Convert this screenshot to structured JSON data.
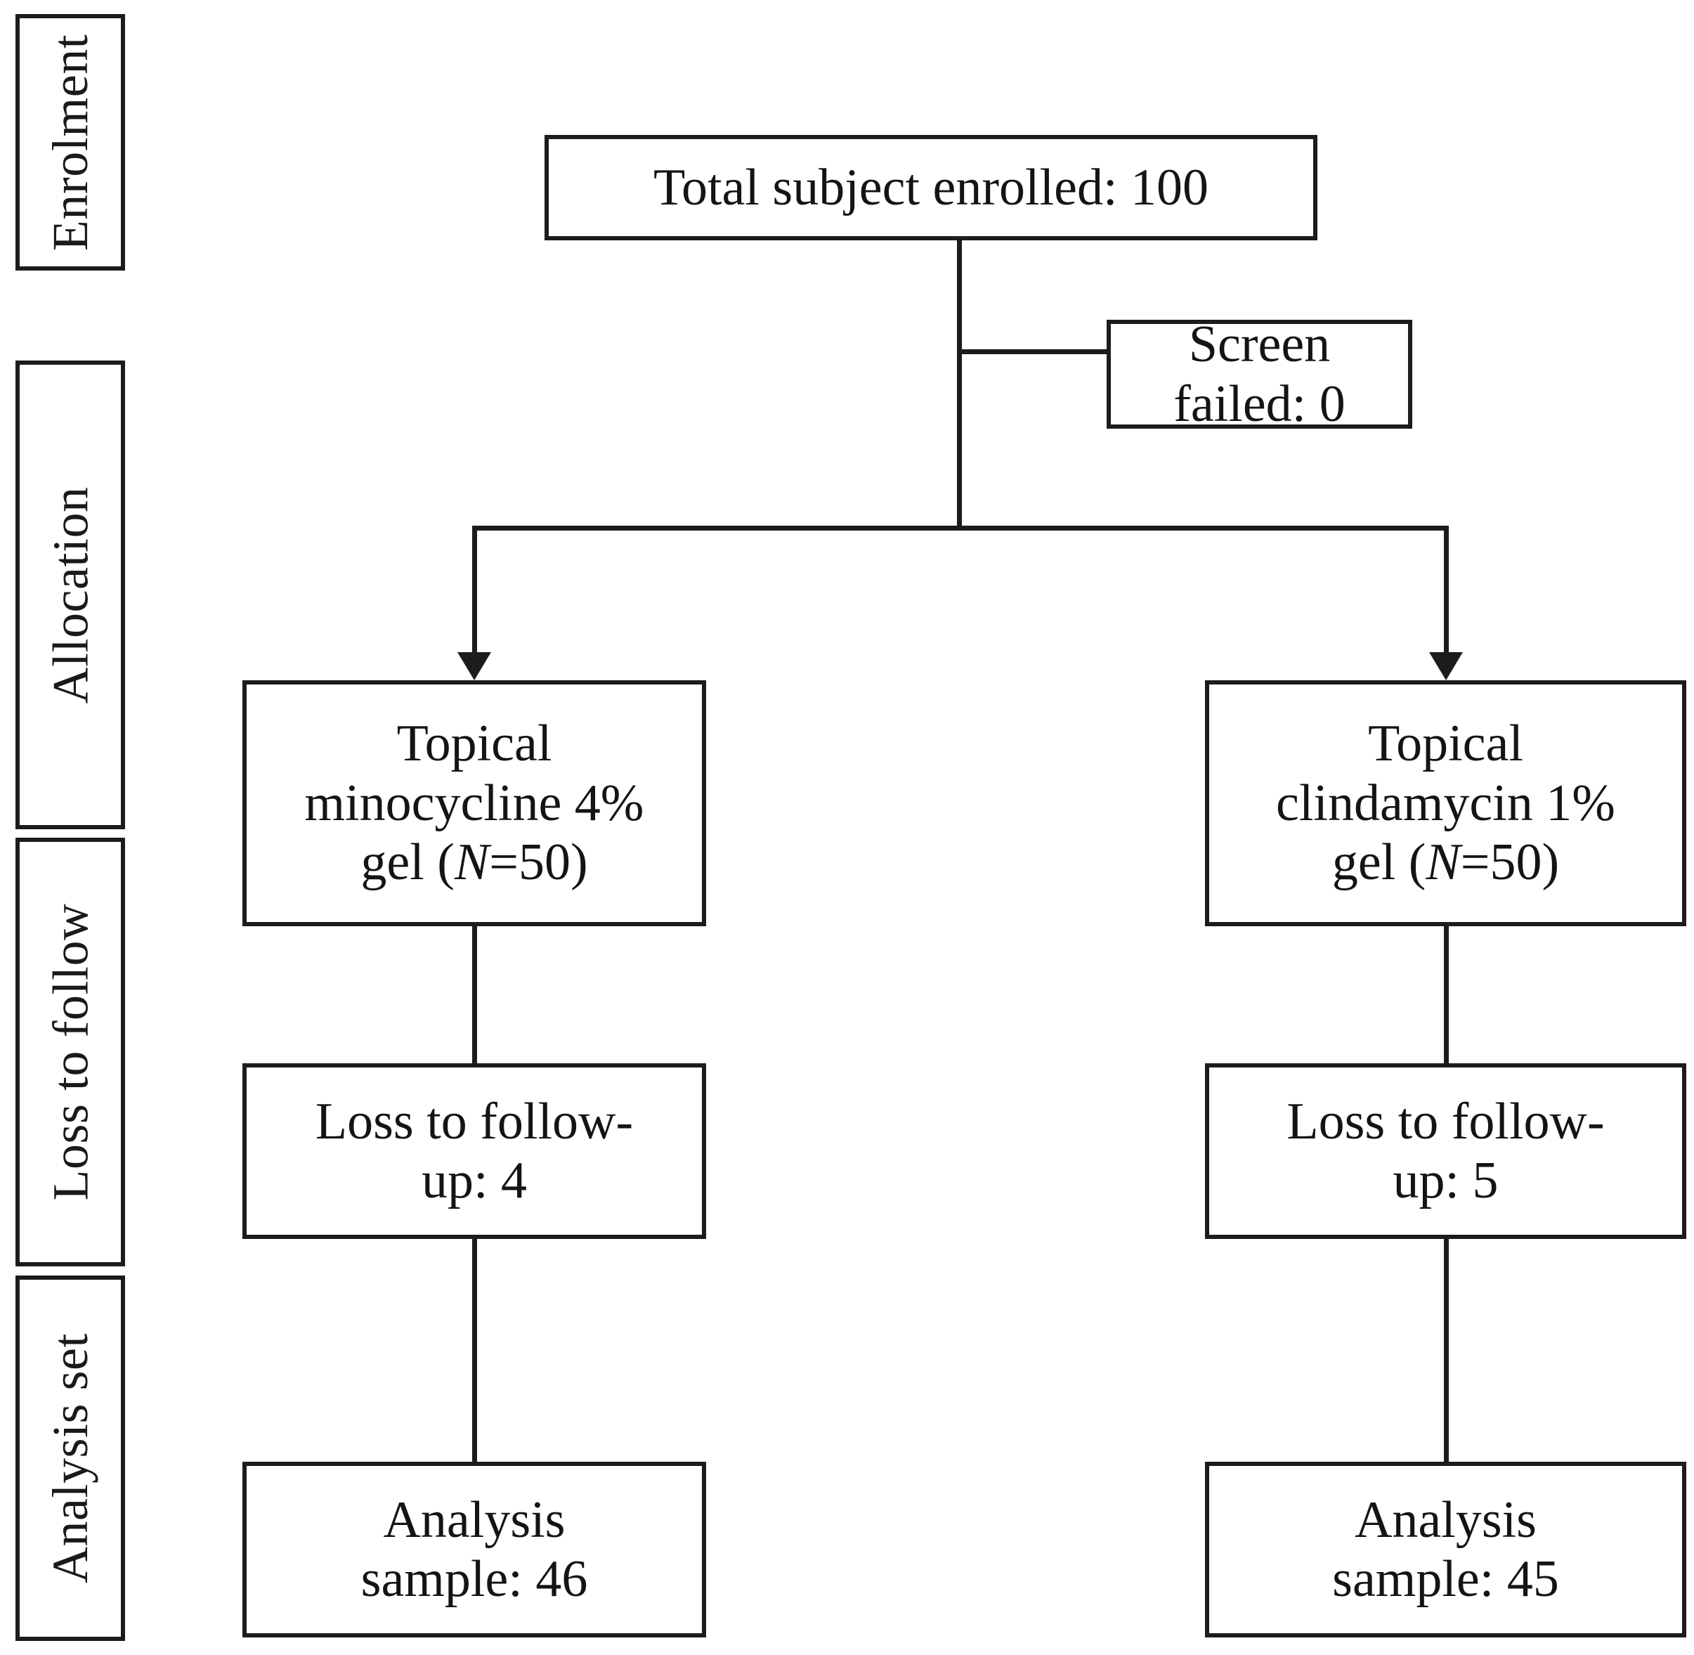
{
  "diagram": {
    "title": "CONSORT participant flow diagram",
    "background_color": "#ffffff",
    "line_color": "#1c1c1c",
    "text_color": "#141414"
  },
  "stages": [
    {
      "id": "enrolment",
      "label": "Enrolment"
    },
    {
      "id": "allocation",
      "label": "Allocation"
    },
    {
      "id": "loss-to-follow",
      "label": "Loss to follow"
    },
    {
      "id": "analysis-set",
      "label": "Analysis set"
    }
  ],
  "nodes": {
    "enrolled": {
      "label": "Total subject enrolled: 100",
      "count": 100
    },
    "screen_failed": {
      "label": "Screen failed: 0",
      "count": 0
    },
    "arm_left_line1": "Topical",
    "arm_left_line2": "minocycline 4%",
    "arm_left_line3_pre": "gel (",
    "arm_left_line3_ital": "N",
    "arm_left_line3_post": "=50)",
    "arm_right_line1": "Topical",
    "arm_right_line2": "clindamycin 1%",
    "arm_right_line3_pre": "gel (",
    "arm_right_line3_ital": "N",
    "arm_right_line3_post": "=50)",
    "loss_left": {
      "label": "Loss to follow-\nup: 4",
      "count": 4
    },
    "loss_right": {
      "label": "Loss to follow-\nup: 5",
      "count": 5
    },
    "analysis_left": {
      "label": "Analysis\nsample: 46",
      "count": 46
    },
    "analysis_right": {
      "label": "Analysis\nsample: 45",
      "count": 45
    }
  },
  "flow_data": {
    "type": "flowchart",
    "total_enrolled": 100,
    "screen_failed": 0,
    "arms": [
      {
        "name": "Topical minocycline 4% gel",
        "allocated": 50,
        "loss_to_follow_up": 4,
        "analysis_sample": 46
      },
      {
        "name": "Topical clindamycin 1% gel",
        "allocated": 50,
        "loss_to_follow_up": 5,
        "analysis_sample": 45
      }
    ]
  }
}
